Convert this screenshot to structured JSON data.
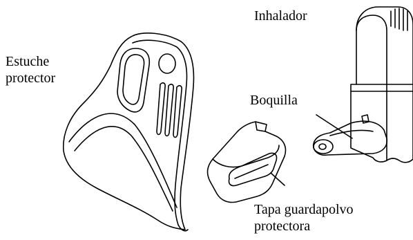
{
  "labels": {
    "case": [
      "Estuche",
      "protector"
    ],
    "inhaler": "Inhalador",
    "mouthpiece": "Boquilla",
    "dust_cap": [
      "Tapa guardapolvo",
      "protectora"
    ]
  },
  "style": {
    "line_color": "#000000",
    "background": "#ffffff"
  }
}
